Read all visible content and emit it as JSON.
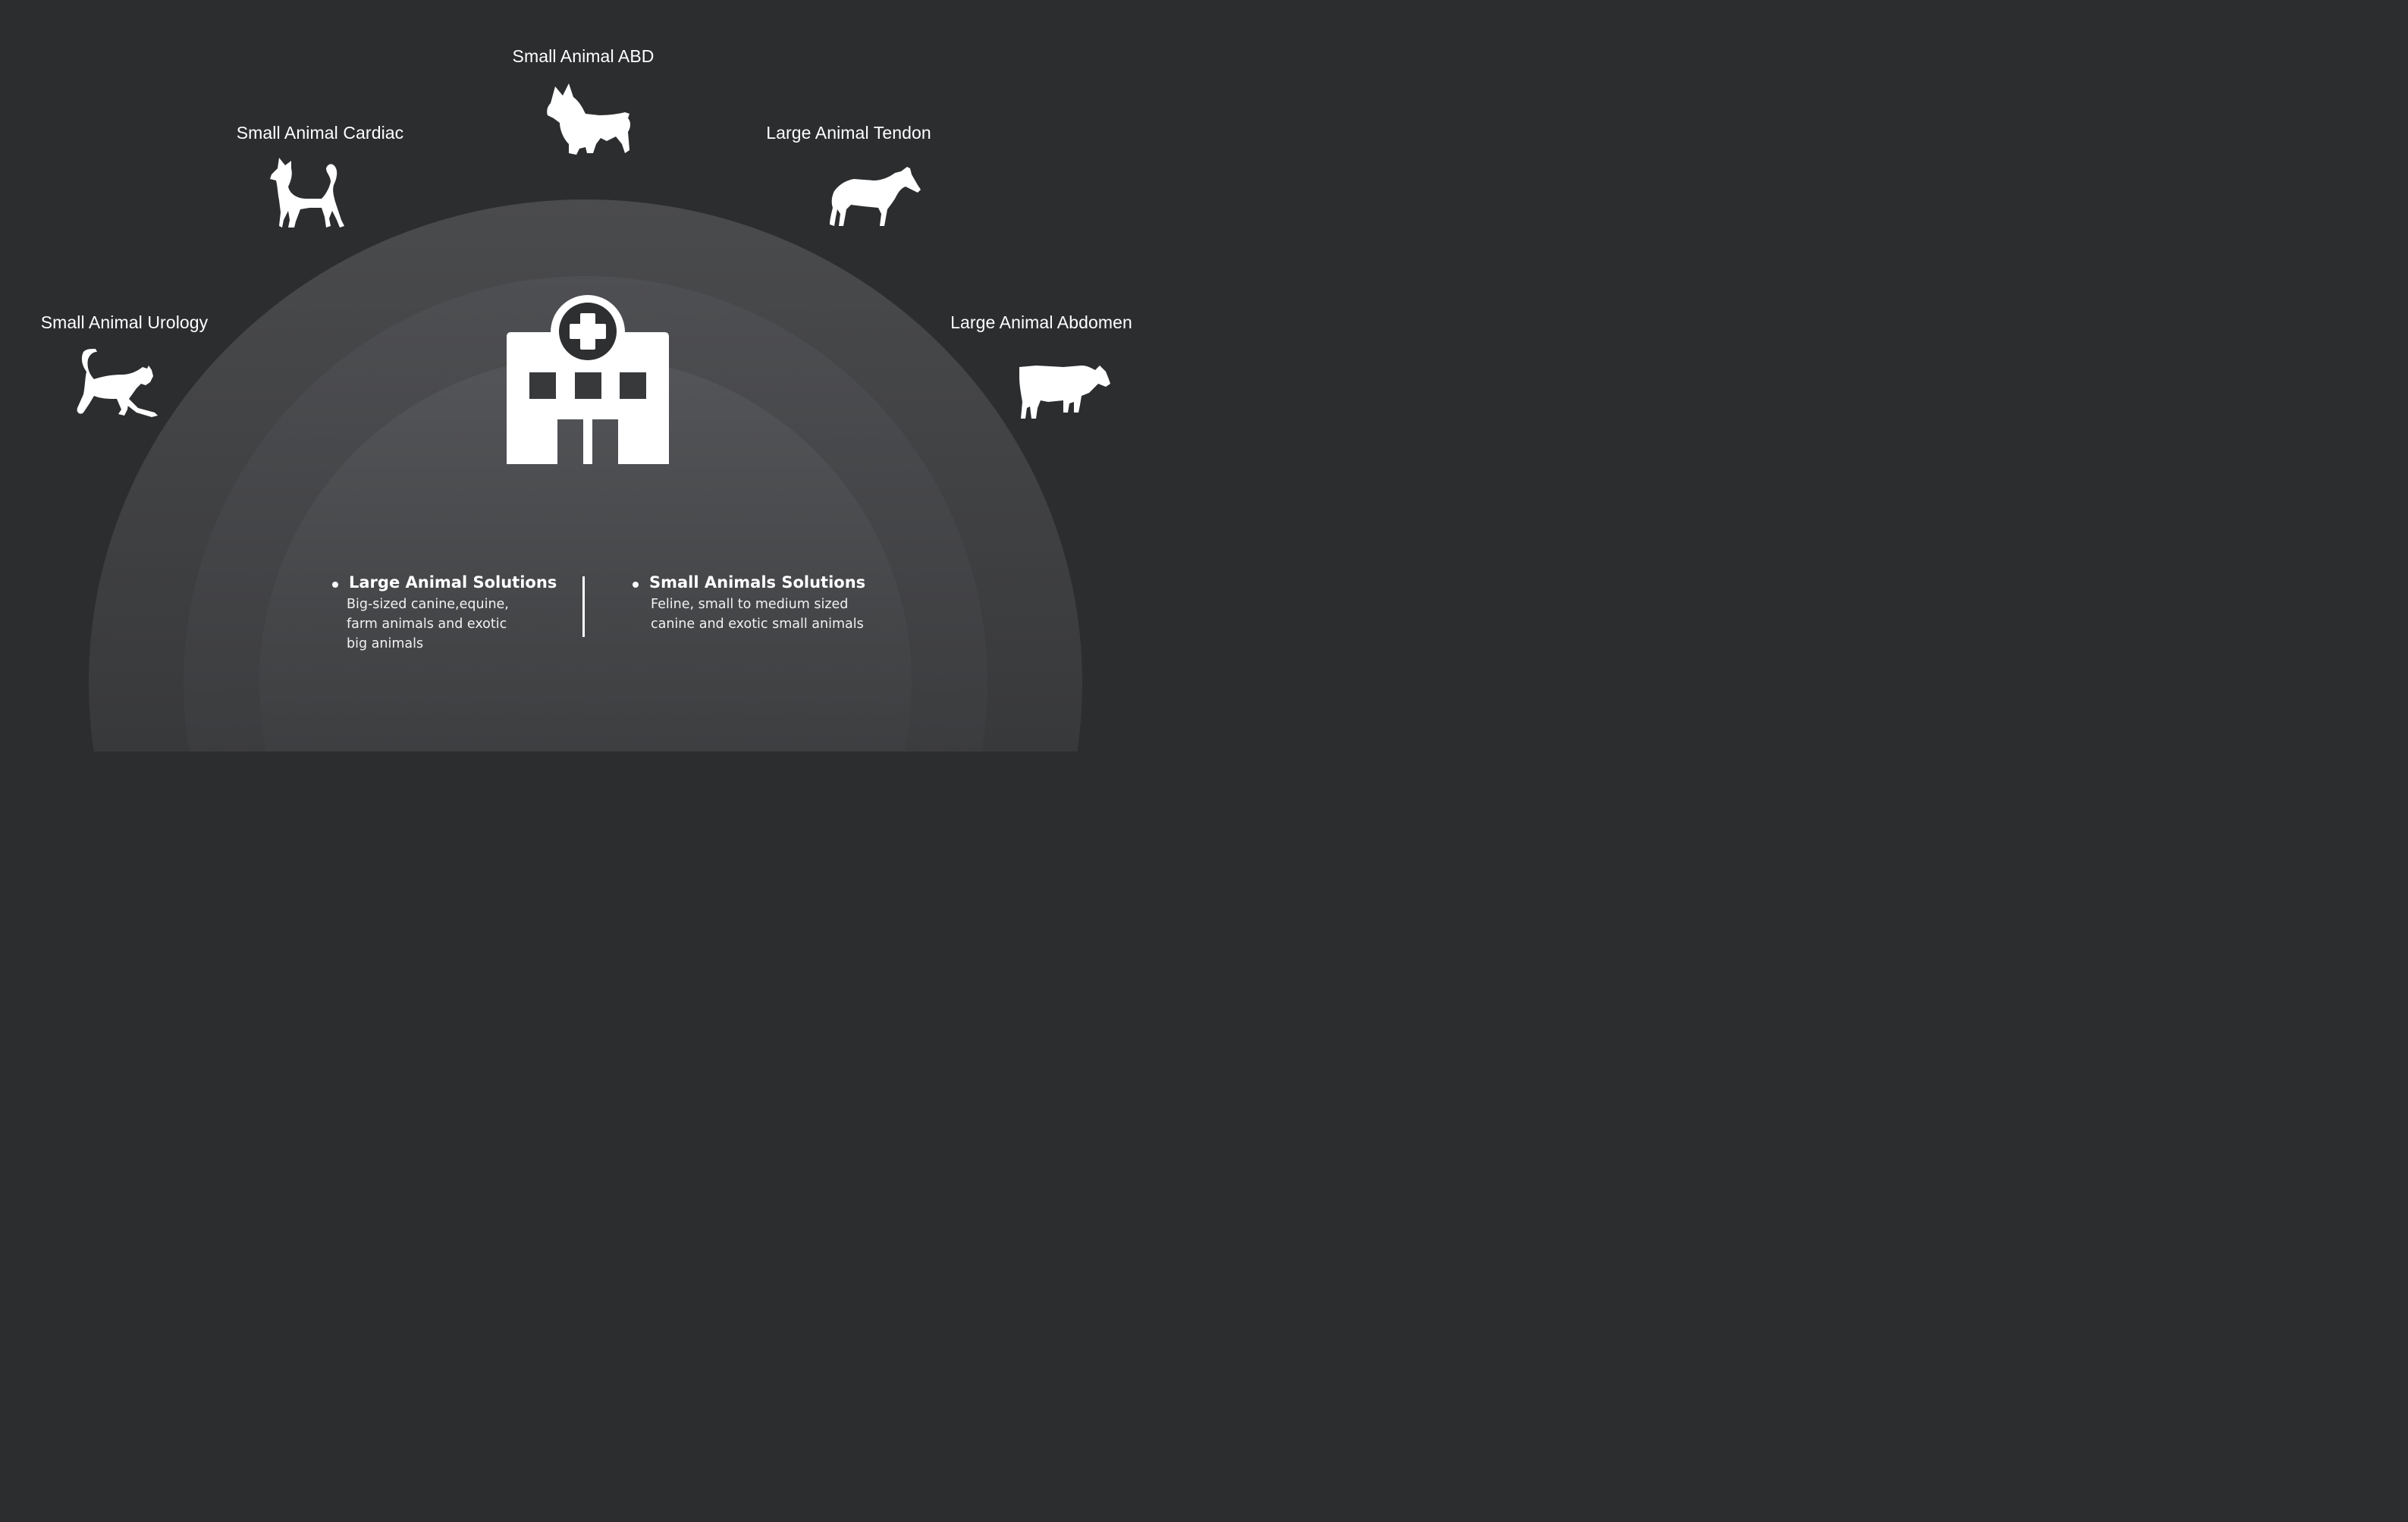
{
  "labels": {
    "abd": "Small Animal ABD",
    "cardiac": "Small Animal Cardiac",
    "tendon": "Large Animal Tendon",
    "urology": "Small Animal Urology",
    "abdomen": "Large Animal Abdomen"
  },
  "solutions": {
    "large": {
      "title": "Large Animal Solutions",
      "lines": [
        "Big-sized canine,equine,",
        "farm animals and exotic",
        "big animals"
      ]
    },
    "small": {
      "title": "Small Animals Solutions",
      "lines": [
        "Feline, small to medium sized",
        "canine and exotic small animals"
      ]
    }
  },
  "icons": {
    "abd": "corgi-icon",
    "cardiac": "dog-icon",
    "tendon": "horse-icon",
    "urology": "cat-icon",
    "abdomen": "cow-icon",
    "center": "hospital-icon"
  },
  "colors": {
    "background": "#2c2d2f",
    "arc": "#4a4b4e",
    "foreground": "#ffffff"
  }
}
